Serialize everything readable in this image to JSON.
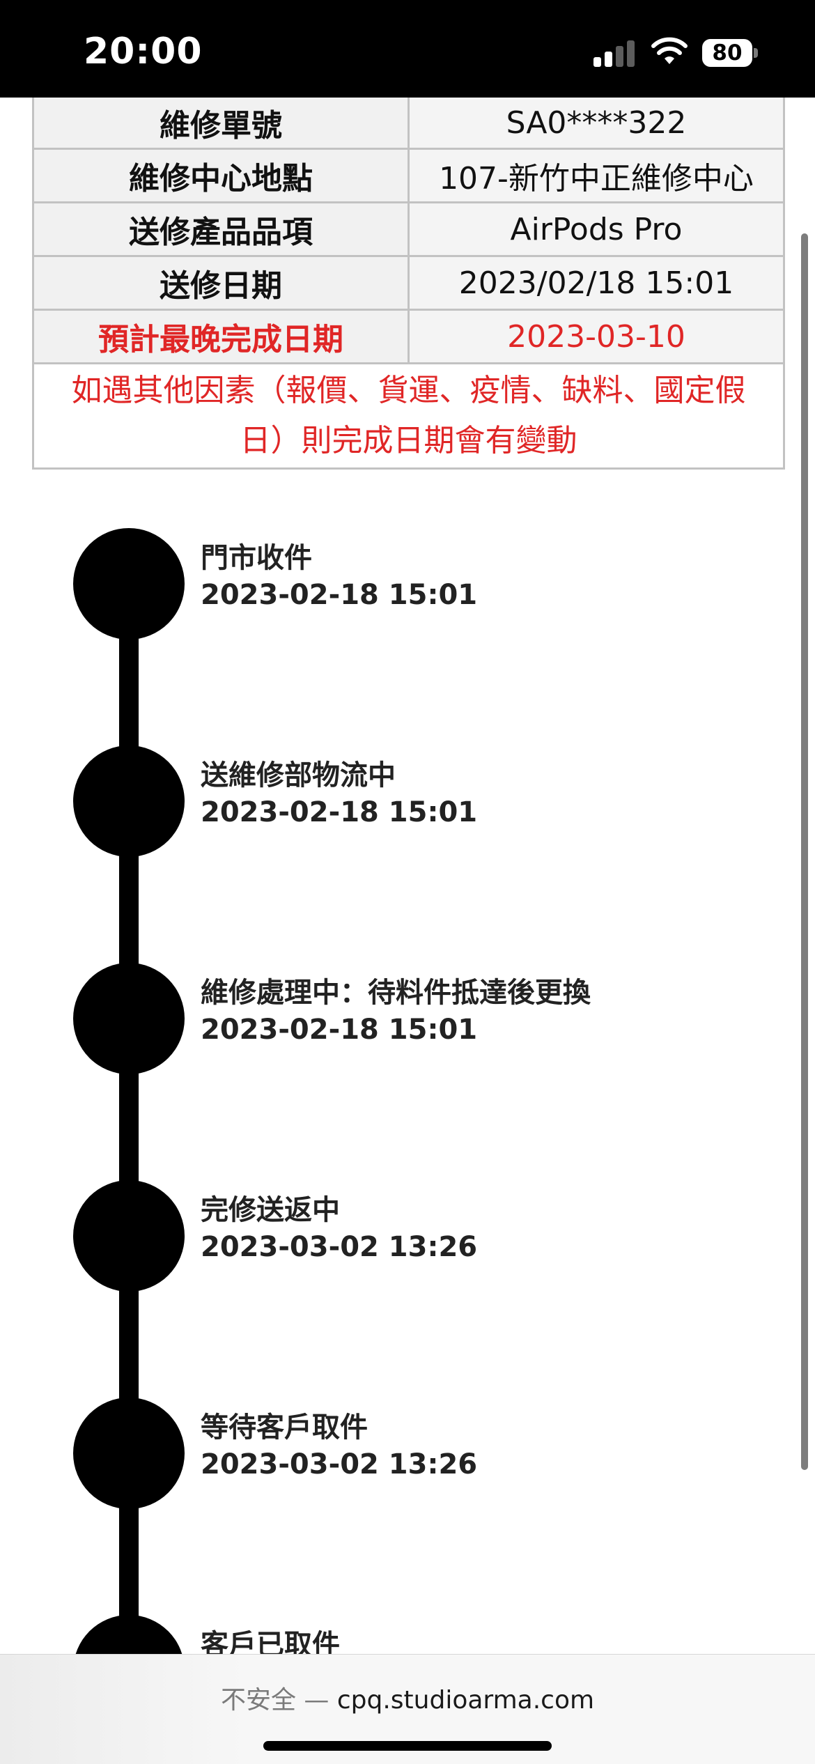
{
  "status_bar": {
    "time": "20:00",
    "battery": "80"
  },
  "repair_info": {
    "rows": [
      {
        "label": "維修單號",
        "value": "SA0****322",
        "highlight": false
      },
      {
        "label": "維修中心地點",
        "value": "107-新竹中正維修中心",
        "highlight": false
      },
      {
        "label": "送修產品品項",
        "value": "AirPods Pro",
        "highlight": false
      },
      {
        "label": "送修日期",
        "value": "2023/02/18 15:01",
        "highlight": false
      },
      {
        "label": "預計最晚完成日期",
        "value": "2023-03-10",
        "highlight": true
      }
    ],
    "notice_line1": "如遇其他因素（報價、貨運、疫情、缺料、國定假",
    "notice_line2": "日）則完成日期會有變動",
    "highlight_color": "#e02626"
  },
  "timeline": [
    {
      "title": "門市收件",
      "time": "2023-02-18 15:01"
    },
    {
      "title": "送維修部物流中",
      "time": "2023-02-18 15:01"
    },
    {
      "title": "維修處理中：待料件抵達後更換",
      "time": "2023-02-18 15:01"
    },
    {
      "title": "完修送返中",
      "time": "2023-03-02 13:26"
    },
    {
      "title": "等待客戶取件",
      "time": "2023-03-02 13:26"
    },
    {
      "title": "客戶已取件",
      "time": ""
    }
  ],
  "browser": {
    "security_label": "不安全",
    "separator": "—",
    "domain": "cpq.studioarma.com"
  },
  "icons": [
    "signal-icon",
    "wifi-icon",
    "battery-icon"
  ]
}
